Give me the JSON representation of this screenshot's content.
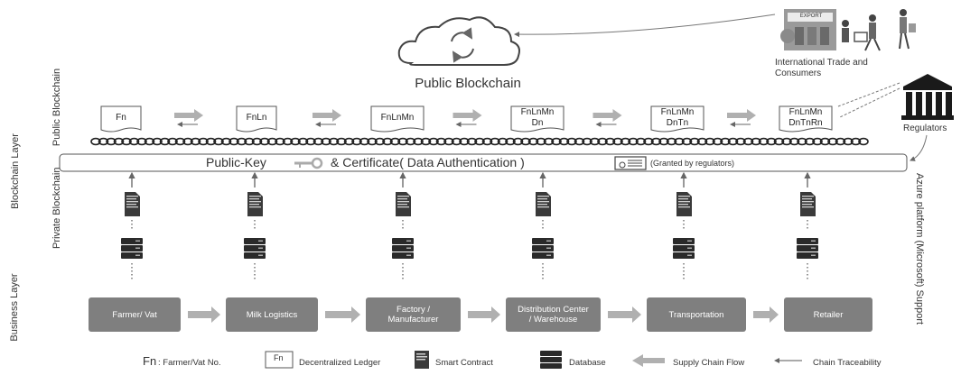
{
  "title": "Public Blockchain",
  "trade_label": "International Trade and Consumers",
  "export_sign": "EXPORT",
  "regulators_label": "Regulators",
  "layers": {
    "blockchain": "Blockchain Layer",
    "business": "Business Layer",
    "public": "Public Blockchain",
    "private": "Private Blockchain",
    "azure": "Azure platform (Microsoft) Support"
  },
  "ledgers": [
    {
      "line1": "Fn",
      "line2": ""
    },
    {
      "line1": "FnLn",
      "line2": ""
    },
    {
      "line1": "FnLnMn",
      "line2": ""
    },
    {
      "line1": "FnLnMn",
      "line2": "Dn"
    },
    {
      "line1": "FnLnMn",
      "line2": "DnTn"
    },
    {
      "line1": "FnLnMn",
      "line2": "DnTnRn"
    }
  ],
  "auth": {
    "main": "Public-Key",
    "rest": "& Certificate( Data Authentication )",
    "granted": "(Granted by regulators)"
  },
  "processes": [
    {
      "line1": "Farmer/ Vat",
      "line2": ""
    },
    {
      "line1": "Milk Logistics",
      "line2": ""
    },
    {
      "line1": "Factory /",
      "line2": "Manufacturer"
    },
    {
      "line1": "Distribution Center",
      "line2": "/ Warehouse"
    },
    {
      "line1": "Transportation",
      "line2": ""
    },
    {
      "line1": "Retailer",
      "line2": ""
    }
  ],
  "legend": {
    "fn_key": "Fn",
    "fn_desc": ": Farmer/Vat No.",
    "ledger_icon_text": "Fn",
    "ledger": "Decentralized Ledger",
    "contract": "Smart Contract",
    "database": "Database",
    "supply": "Supply Chain Flow",
    "trace": "Chain Traceability"
  },
  "colors": {
    "process_box": "#7f7f7f",
    "arrow": "#b0b0b0",
    "chain": "#222222",
    "icons": "#3a3a3a"
  }
}
